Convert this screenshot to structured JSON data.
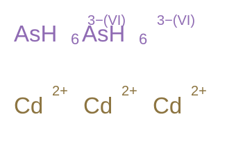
{
  "colors": {
    "anion": "#8f6bb3",
    "cation": "#8c7440",
    "background": "#ffffff"
  },
  "anions": [
    {
      "symbol": "AsH",
      "subscript": "6",
      "charge": "3−(VI)"
    },
    {
      "symbol": "AsH",
      "subscript": "6",
      "charge": "3−(VI)"
    }
  ],
  "cations": [
    {
      "symbol": "Cd",
      "charge": "2+"
    },
    {
      "symbol": "Cd",
      "charge": "2+"
    },
    {
      "symbol": "Cd",
      "charge": "2+"
    }
  ]
}
